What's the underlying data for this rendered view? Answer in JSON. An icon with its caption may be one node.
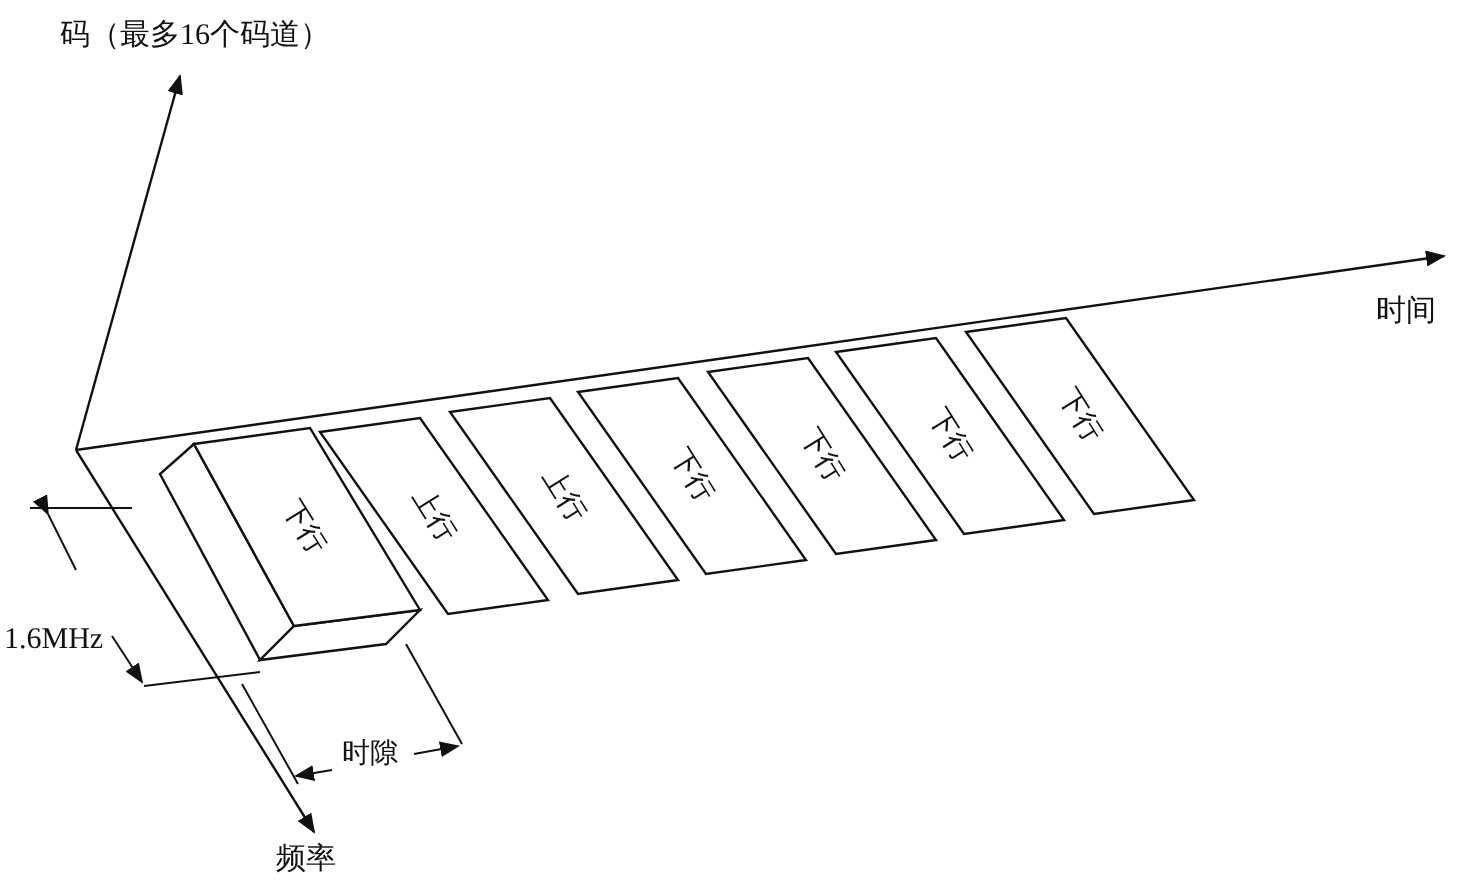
{
  "diagram": {
    "nodes": [
      {
        "text": [
          "下行"
        ]
      },
      {
        "text": [
          "上行"
        ]
      },
      {
        "text": [
          "上行"
        ]
      },
      {
        "text": [
          "下行"
        ]
      },
      {
        "text": [
          "下行"
        ]
      },
      {
        "text": [
          "下行"
        ]
      },
      {
        "text": [
          "下行"
        ]
      }
    ],
    "labels": [
      "码（最多16个码道）",
      "时间",
      "1.6MHz",
      "时隙",
      "频率"
    ]
  }
}
